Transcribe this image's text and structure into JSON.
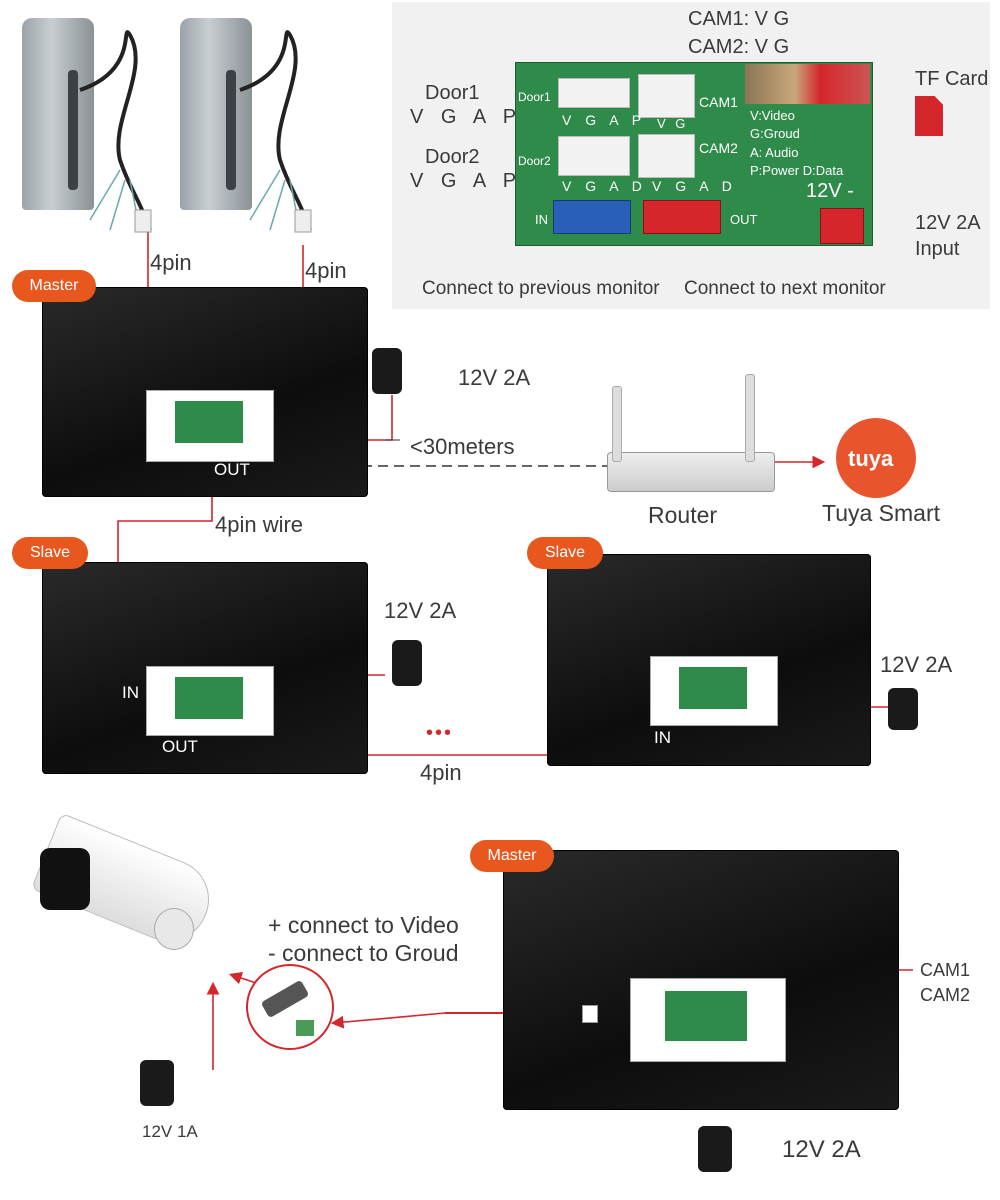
{
  "pcb_panel": {
    "cam1": "CAM1:  V  G",
    "cam2": "CAM2:  V  G",
    "door1": "Door1",
    "door1_pins": "V G A P",
    "door2": "Door2",
    "door2_pins": "V G A P",
    "board_door1": "Door1",
    "board_door2": "Door2",
    "board_cam1": "CAM1",
    "board_cam2": "CAM2",
    "row1_pins": "V G A P",
    "row1_cam_pins": "V G",
    "row2_pins": "V G A D",
    "row2_cam_pins": "V G A D",
    "legend_v": "V:Video",
    "legend_g": "G:Groud",
    "legend_a": "A: Audio",
    "legend_pd": "P:Power D:Data",
    "power_mark": "12V -",
    "in_label": "IN",
    "out_label": "OUT",
    "tf_card": "TF Card",
    "power_input": "12V 2A",
    "power_input2": "Input",
    "connect_prev": "Connect to previous monitor",
    "connect_next": "Connect to next monitor"
  },
  "top": {
    "pin_left": "4pin",
    "pin_right": "4pin",
    "master": "Master",
    "adapter": "12V 2A",
    "distance": "<30meters",
    "out": "OUT",
    "router": "Router",
    "tuya_logo": "tuya",
    "tuya_smart": "Tuya Smart",
    "wire": "4pin wire"
  },
  "middle": {
    "slave_left": "Slave",
    "slave_right": "Slave",
    "adapter_left": "12V 2A",
    "adapter_right": "12V 2A",
    "in_left": "IN",
    "out_left": "OUT",
    "in_right": "IN",
    "pin": "4pin",
    "dots": "•••"
  },
  "bottom": {
    "master": "Master",
    "plus_note": "+ connect to Video",
    "minus_note": "- connect to Groud",
    "cam1": "CAM1",
    "cam2": "CAM2",
    "cam_adapter": "12V 1A",
    "adapter": "12V 2A"
  },
  "small_board": {
    "cam1": "CAM1:  V  G",
    "cam2": "CAM2:  V  G",
    "door1": "Door1",
    "door2": "Door2",
    "pins": "V G A P",
    "tf": "TF Card",
    "power": "12V 2A",
    "input": "Input",
    "footer": "Connect to previous monitor   Connect to next monitor"
  },
  "colors": {
    "accent": "#e7571e",
    "wire": "#d4262b",
    "pcb": "#2f8b4a",
    "tuya": "#e8542c"
  }
}
